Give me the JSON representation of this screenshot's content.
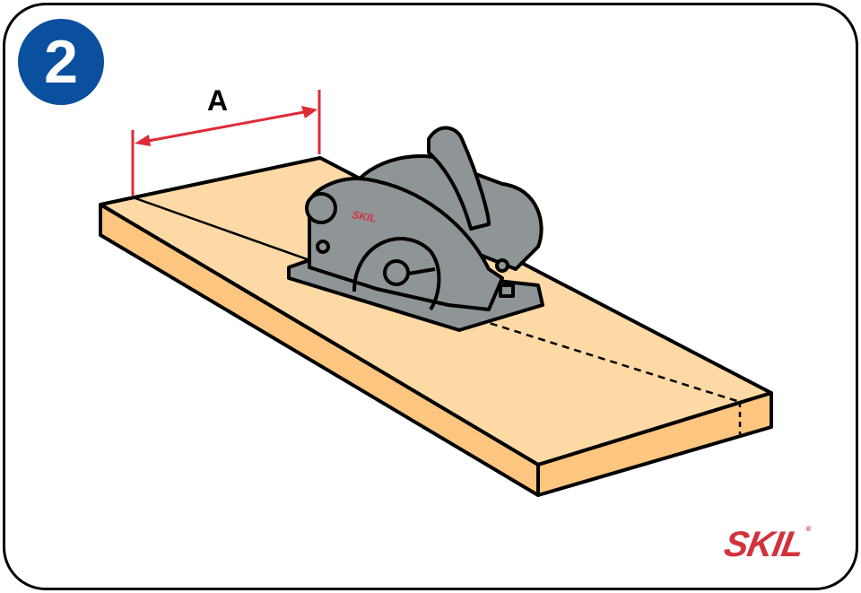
{
  "step_number": "2",
  "dimension_label": "A",
  "brand_logo": "SKIL",
  "saw_brand": "SKIL",
  "colors": {
    "badge": "#0b4f9f",
    "dimension": "#e02a36",
    "board_top": "#fcd9a5",
    "board_side": "#fcc680",
    "saw": "#8f9597",
    "logo": "#d2323c"
  }
}
